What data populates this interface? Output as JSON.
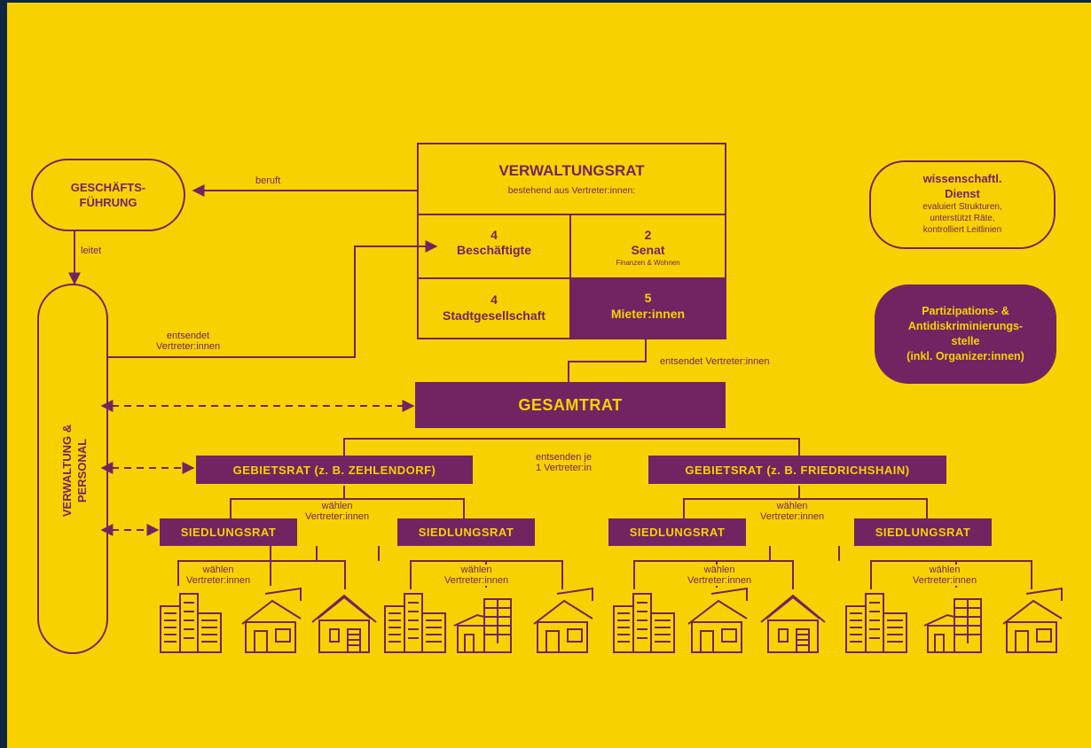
{
  "colors": {
    "background": "#f8d200",
    "accent": "#722462",
    "frame": "#0d2740"
  },
  "geschaeftsfuehrung": {
    "line1": "GESCHÄFTS-",
    "line2": "FÜHRUNG"
  },
  "verwaltungsrat": {
    "title": "VERWALTUNGSRAT",
    "subtitle": "bestehend aus Vertreter:innen:",
    "cells": [
      {
        "count": "4",
        "label": "Beschäftigte",
        "sub": ""
      },
      {
        "count": "2",
        "label": "Senat",
        "sub": "Finanzen & Wohnen"
      },
      {
        "count": "4",
        "label": "Stadtgesellschaft",
        "sub": ""
      },
      {
        "count": "5",
        "label": "Mieter:innen",
        "sub": ""
      }
    ]
  },
  "wissenschaft": {
    "title1": "wissenschaftl.",
    "title2": "Dienst",
    "desc1": "evaluiert Strukturen,",
    "desc2": "unterstützt Räte,",
    "desc3": "kontrolliert Leitlinien"
  },
  "partizipation": {
    "l1": "Partizipations- &",
    "l2": "Antidiskriminierungs-",
    "l3": "stelle",
    "l4": "(inkl. Organizer:innen)"
  },
  "verwaltung_personal": {
    "line1": "VERWALTUNG &",
    "line2": "PERSONAL"
  },
  "gesamtrat": {
    "label": "GESAMTRAT"
  },
  "gebietsraete": [
    {
      "label": "GEBIETSRAT (z. B. ZEHLENDORF)"
    },
    {
      "label": "GEBIETSRAT (z. B. FRIEDRICHSHAIN)"
    }
  ],
  "siedlungsraete": [
    {
      "label": "SIEDLUNGSRAT"
    },
    {
      "label": "SIEDLUNGSRAT"
    },
    {
      "label": "SIEDLUNGSRAT"
    },
    {
      "label": "SIEDLUNGSRAT"
    }
  ],
  "edges": {
    "beruft": "beruft",
    "leitet": "leitet",
    "entsendet1": "entsendet",
    "entsendet2": "Vertreter:innen",
    "mieter_entsendet": "entsendet Vertreter:innen",
    "entsenden1": "entsenden je",
    "entsenden2": "1 Vertreter:in",
    "waehlen1": "wählen",
    "waehlen2": "Vertreter:innen"
  },
  "buildings": [
    "office-building-icon",
    "house-icon",
    "gable-house-icon",
    "office-building-icon",
    "apartment-block-icon",
    "house-icon",
    "office-building-icon",
    "house-icon",
    "gable-house-icon",
    "office-building-icon",
    "apartment-block-icon",
    "house-icon"
  ]
}
